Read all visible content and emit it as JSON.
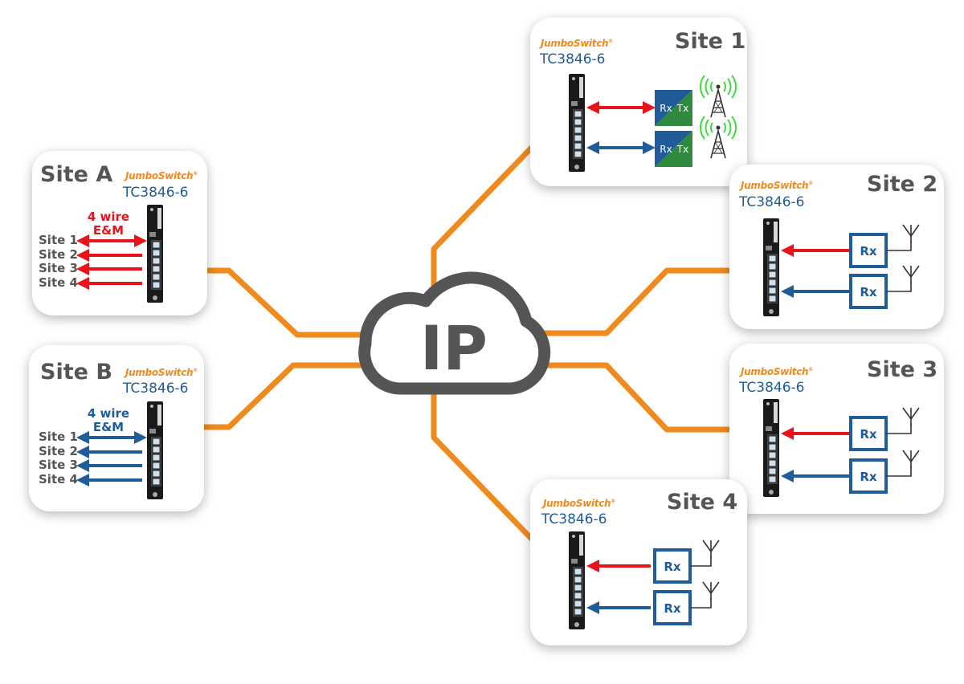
{
  "cloud": {
    "label": "IP"
  },
  "brand": "JumboSwitch",
  "brand_mark": "®",
  "sites": [
    {
      "id": "site-a",
      "title": "Site A",
      "model": "TC3846-6",
      "wire_label": [
        "4 wire",
        "E&M"
      ],
      "wire_color": "#e8141b",
      "ports": [
        "Site 1",
        "Site 2",
        "Site 3",
        "Site 4"
      ]
    },
    {
      "id": "site-b",
      "title": "Site B",
      "model": "TC3846-6",
      "wire_label": [
        "4 wire",
        "E&M"
      ],
      "wire_color": "#1f5c99",
      "ports": [
        "Site 1",
        "Site 2",
        "Site 3",
        "Site 4"
      ]
    },
    {
      "id": "site-1",
      "title": "Site 1",
      "model": "TC3846-6",
      "rx": "Rx",
      "tx": "Tx"
    },
    {
      "id": "site-2",
      "title": "Site 2",
      "model": "TC3846-6",
      "rx": "Rx"
    },
    {
      "id": "site-3",
      "title": "Site 3",
      "model": "TC3846-6",
      "rx": "Rx"
    },
    {
      "id": "site-4",
      "title": "Site 4",
      "model": "TC3846-6",
      "rx": "Rx"
    }
  ],
  "colors": {
    "link": "#f08a1c",
    "red": "#e8141b",
    "blue": "#1f5c99",
    "radio_green": "#2e8b3e",
    "radio_blue": "#1f5c99",
    "signal": "#3ddc3d",
    "cloud": "#555555"
  }
}
